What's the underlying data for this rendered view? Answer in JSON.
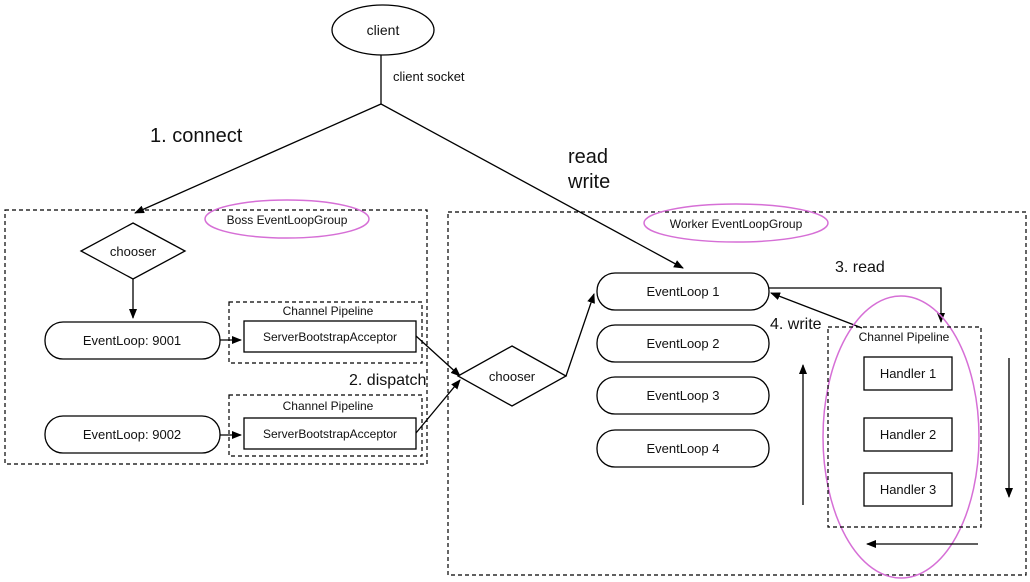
{
  "labels": {
    "client": "client",
    "client_socket": "client socket",
    "connect": "1. connect",
    "read": "read",
    "write": "write",
    "boss_group": "Boss EventLoopGroup",
    "worker_group": "Worker EventLoopGroup",
    "chooser_boss": "chooser",
    "chooser_worker": "chooser",
    "eventloop_9001": "EventLoop: 9001",
    "eventloop_9002": "EventLoop: 9002",
    "channel_pipeline_1": "Channel Pipeline",
    "channel_pipeline_2": "Channel Pipeline",
    "acceptor_1": "ServerBootstrapAcceptor",
    "acceptor_2": "ServerBootstrapAcceptor",
    "dispatch": "2. dispatch",
    "eventloop_1": "EventLoop 1",
    "eventloop_2": "EventLoop 2",
    "eventloop_3": "EventLoop 3",
    "eventloop_4": "EventLoop 4",
    "step_read": "3. read",
    "step_write": "4. write",
    "worker_pipeline": "Channel Pipeline",
    "handler_1": "Handler 1",
    "handler_2": "Handler 2",
    "handler_3": "Handler 3"
  }
}
